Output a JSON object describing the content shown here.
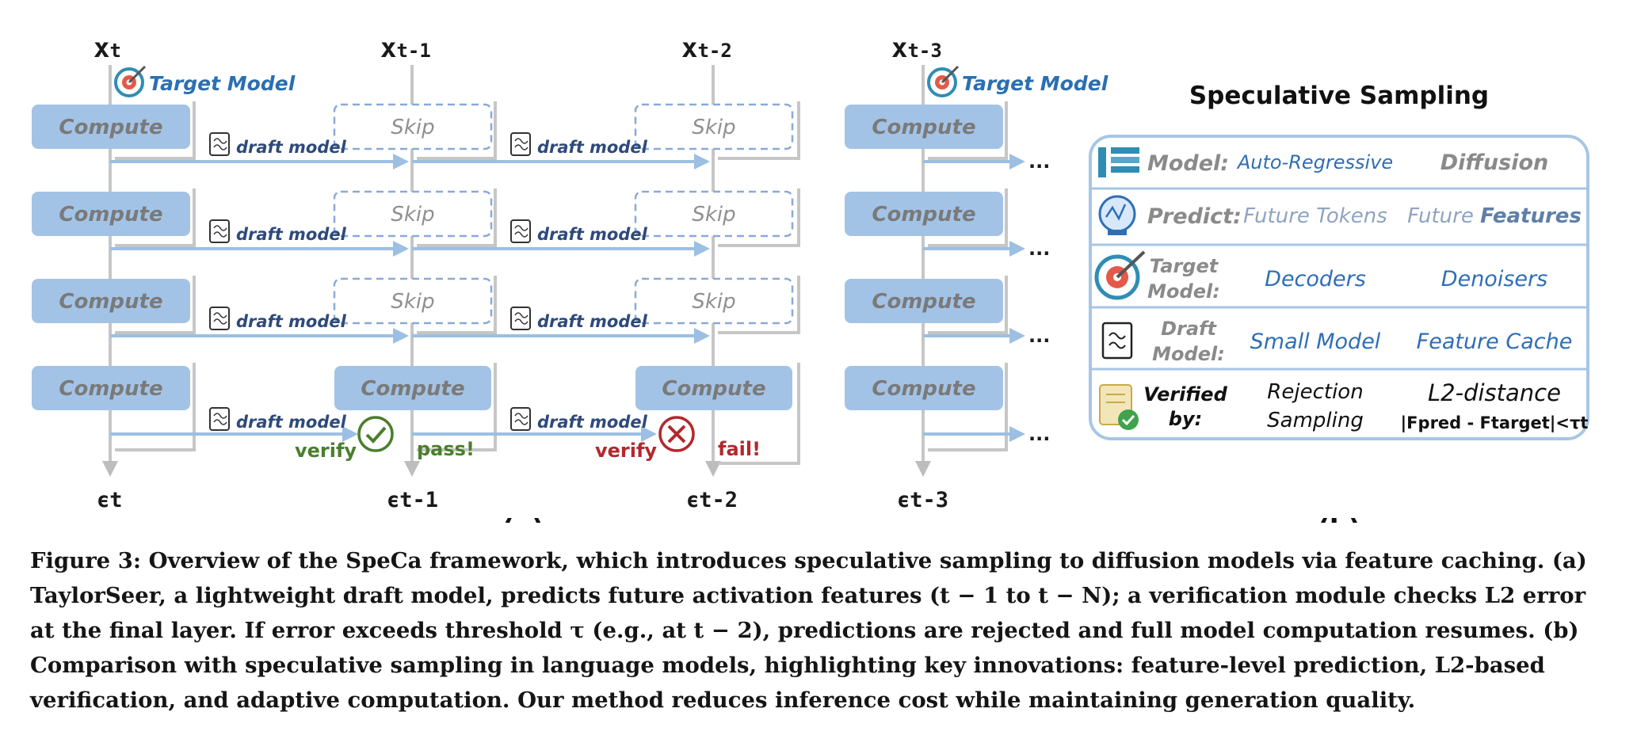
{
  "colors": {
    "compute": "#a3c3e6",
    "pass": "#4a7f2d",
    "fail": "#b3282d",
    "draft_text": "#2e4a7a",
    "target_text": "#2b6fb0"
  },
  "panel_a": {
    "label": "(a)",
    "target_model": "Target Model",
    "draft_model": "draft model",
    "compute": "Compute",
    "skip": "Skip",
    "ellipsis": "...",
    "verify": "verify",
    "pass": "pass!",
    "fail": "fail!",
    "x_labels": [
      "x",
      "x",
      "x",
      "x"
    ],
    "x_subs": [
      "t",
      "t-1",
      "t-2",
      "t-3"
    ],
    "eps_labels": [
      "ϵt",
      "ϵt-1",
      "ϵt-2",
      "ϵt-3"
    ],
    "icons": [
      "target-icon",
      "draft-notepad-icon",
      "check-circle-icon",
      "x-circle-icon"
    ]
  },
  "panel_b": {
    "label": "(b)",
    "title": "Speculative Sampling",
    "rows": [
      {
        "key": "Model:",
        "col1": "Auto-Regressive",
        "col2": "Diffusion",
        "icon": "model-stack-icon"
      },
      {
        "key": "Predict:",
        "col1": "Future Tokens",
        "col2_a": "Future ",
        "col2_b": "Features",
        "icon": "crystal-ball-icon"
      },
      {
        "key1": "Target",
        "key2": "Model:",
        "col1": "Decoders",
        "col2": "Denoisers",
        "icon": "target-icon"
      },
      {
        "key1": "Draft",
        "key2": "Model:",
        "col1": "Small Model",
        "col2": "Feature Cache",
        "icon": "notepad-icon"
      },
      {
        "key1": "Verified",
        "key2": "by:",
        "col1a": "Rejection",
        "col1b": "Sampling",
        "col2a": "L2-distance",
        "col2b": "|Fpred - Ftarget|<τt",
        "icon": "verified-doc-icon"
      }
    ]
  },
  "caption": {
    "lines": [
      "Figure 3: Overview of the SpeCa framework, which introduces speculative sampling to diffusion models via feature caching. (a)",
      "TaylorSeer, a lightweight draft model, predicts future activation features (t − 1 to t − N); a verification module checks L2 error",
      "at the final layer. If error exceeds threshold τ (e.g., at t − 2), predictions are rejected and full model computation resumes. (b)",
      "Comparison with speculative sampling in language models, highlighting key innovations: feature-level prediction, L2-based",
      "verification, and adaptive computation. Our method reduces inference cost while maintaining generation quality."
    ]
  }
}
